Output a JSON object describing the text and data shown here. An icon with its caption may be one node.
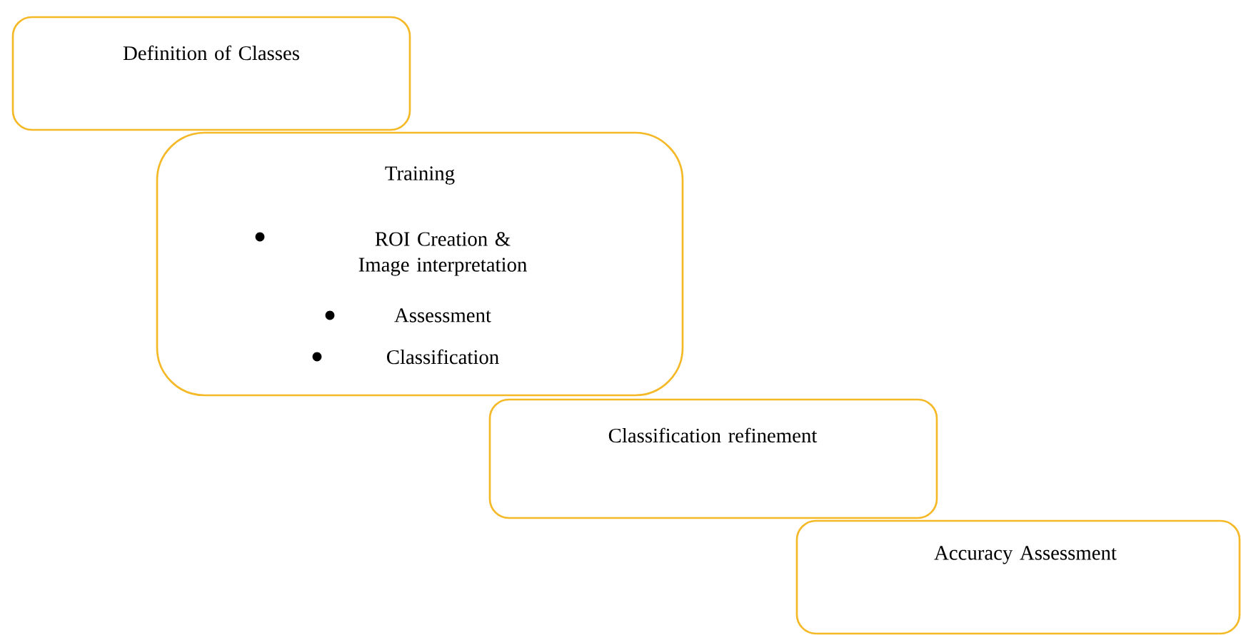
{
  "diagram": {
    "nodes": [
      {
        "text": [
          "Definition of Classes"
        ]
      },
      {
        "text": [
          "Training",
          "ROI Creation & Image interpretation",
          "Assessment",
          "Classification"
        ]
      },
      {
        "text": [
          "Classification refinement"
        ]
      },
      {
        "text": [
          "Accuracy Assessment"
        ]
      }
    ]
  }
}
